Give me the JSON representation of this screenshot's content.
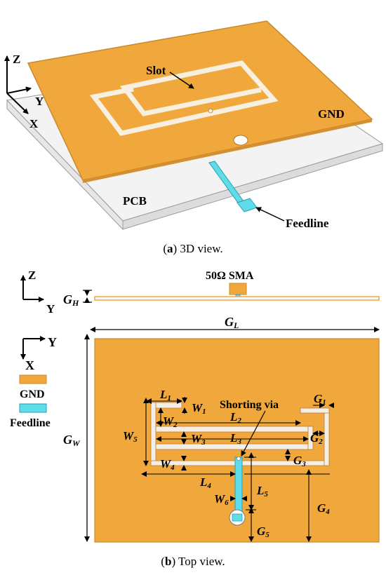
{
  "view3d": {
    "axes": {
      "z": "Z",
      "y": "Y",
      "x": "X"
    },
    "labels": {
      "slot": "Slot",
      "gnd": "GND",
      "pcb": "PCB",
      "feedline": "Feedline"
    },
    "caption": {
      "letter": "a",
      "text": ") 3D view."
    }
  },
  "side_view": {
    "axes": {
      "z": "Z",
      "y": "Y"
    },
    "sma_label": "50Ω   SMA",
    "gh": {
      "main": "G",
      "sub": "H"
    }
  },
  "top_view": {
    "axes": {
      "y": "Y",
      "x": "X"
    },
    "legend": [
      {
        "label": "GND",
        "color": "#f0a83c"
      },
      {
        "label": "Feedline",
        "color": "#5fdcea"
      }
    ],
    "shorting_via": "Shorting via",
    "dims": {
      "GL": {
        "main": "G",
        "sub": "L"
      },
      "GW": {
        "main": "G",
        "sub": "W"
      },
      "L1": {
        "main": "L",
        "sub": "1"
      },
      "L2": {
        "main": "L",
        "sub": "2"
      },
      "L3": {
        "main": "L",
        "sub": "3"
      },
      "L4": {
        "main": "L",
        "sub": "4"
      },
      "L5": {
        "main": "L",
        "sub": "5"
      },
      "W1": {
        "main": "W",
        "sub": "1"
      },
      "W2": {
        "main": "W",
        "sub": "2"
      },
      "W3": {
        "main": "W",
        "sub": "3"
      },
      "W4": {
        "main": "W",
        "sub": "4"
      },
      "W5": {
        "main": "W",
        "sub": "5"
      },
      "W6": {
        "main": "W",
        "sub": "6"
      },
      "G1": {
        "main": "G",
        "sub": "1"
      },
      "G2": {
        "main": "G",
        "sub": "2"
      },
      "G3": {
        "main": "G",
        "sub": "3"
      },
      "G4": {
        "main": "G",
        "sub": "4"
      },
      "G5": {
        "main": "G",
        "sub": "5"
      }
    },
    "caption": {
      "letter": "b",
      "text": ") Top view."
    }
  },
  "colors": {
    "gnd": "#f0a83c",
    "gnd_edge": "#c98a2c",
    "feed": "#5fdcea",
    "pcb": "#f0f0f0",
    "slot": "#f4eee4"
  }
}
